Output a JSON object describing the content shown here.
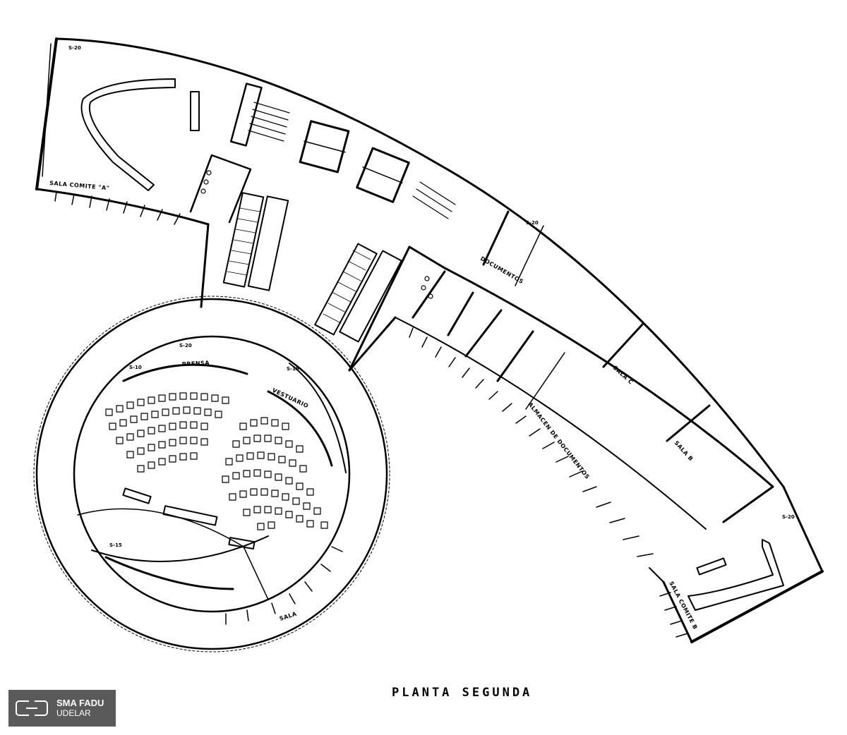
{
  "title": "PLANTA SEGUNDA",
  "watermark": {
    "line1": "SMA FADU",
    "line2": "UDELAR"
  },
  "rooms": {
    "sala_comite_a": "SALA COMITE \"A\"",
    "sala_comite_b": "SALA COMITE B",
    "sala_b": "SALA B",
    "sala_c": "SALA C",
    "almacen": "ALMACEN DE DOCUMENTOS",
    "documentos": "DOCUMENTOS",
    "vestuario": "VESTUARIO",
    "prensa": "PRENSA",
    "sala_small": "SALA"
  },
  "tags": {
    "t1": "S-20",
    "t2": "S-10",
    "t3": "S-20",
    "t4": "S-15",
    "t5": "S-20",
    "t6": "S-15",
    "t7": "S-20"
  },
  "colors": {
    "ink": "#000000",
    "paper": "#ffffff",
    "logo_bg": "#5a5a5a"
  }
}
